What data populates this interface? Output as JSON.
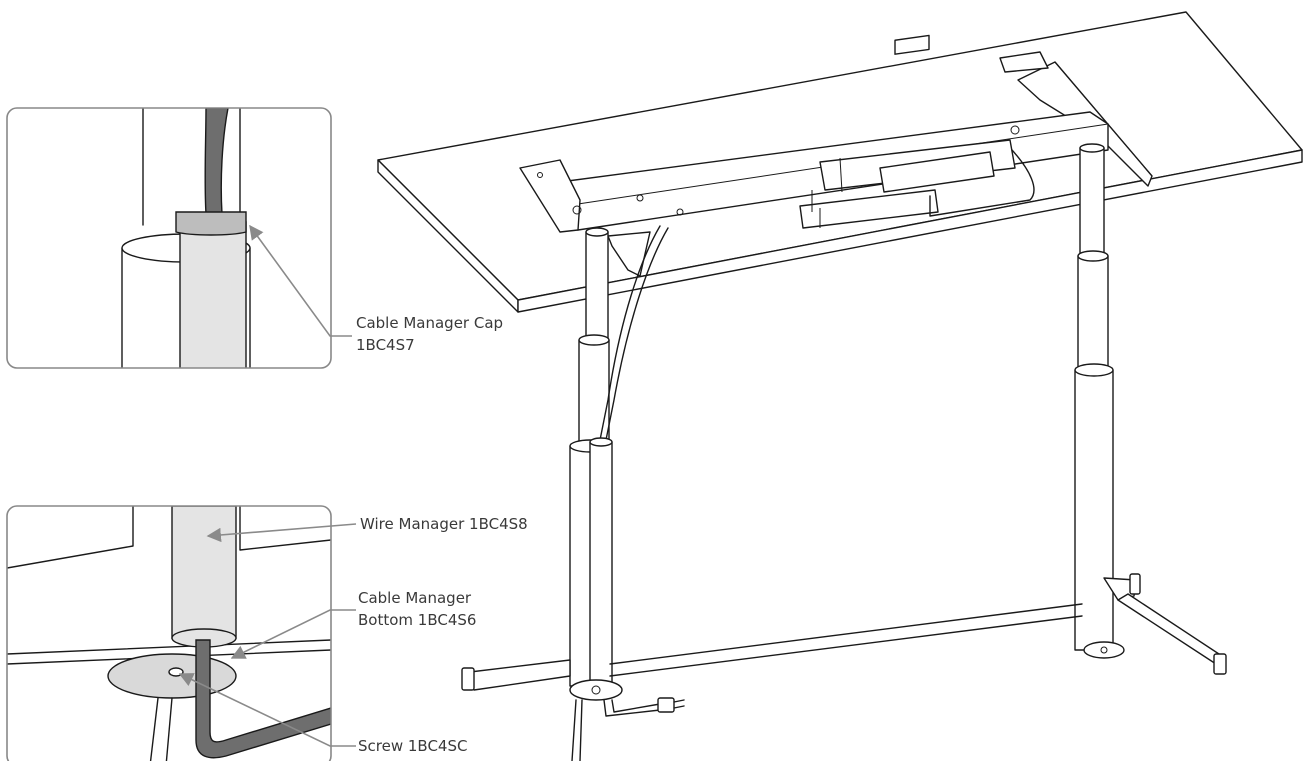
{
  "labels": {
    "cable_manager_cap": [
      "Cable Manager Cap",
      "1BC4S7"
    ],
    "wire_manager": "Wire Manager 1BC4S8",
    "cable_manager_bottom": [
      "Cable Manager",
      "Bottom 1BC4S6"
    ],
    "screw": "Screw 1BC4SC"
  },
  "colors": {
    "line": "#1a1a1a",
    "leader": "#8a8a8a",
    "cable": "#6e6e6e",
    "cable_manager": "#e4e4e4",
    "label_text": "#3a3a3a"
  }
}
